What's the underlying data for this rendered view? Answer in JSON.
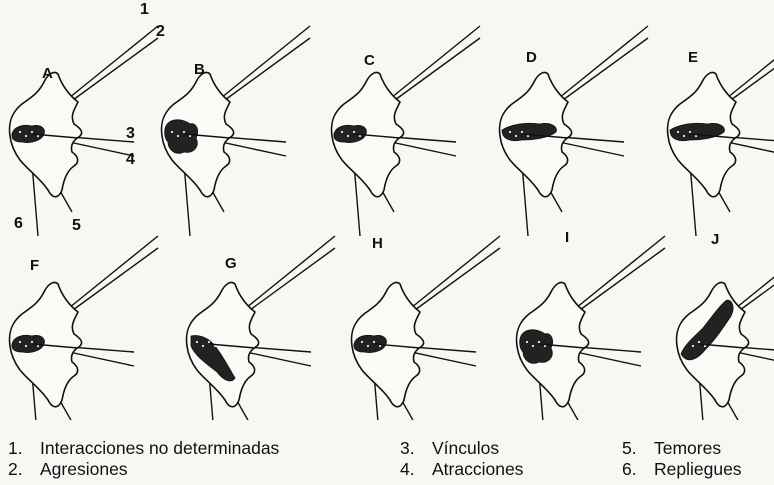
{
  "ray_numbers": [
    "1",
    "2",
    "3",
    "4",
    "5",
    "6"
  ],
  "panels": [
    {
      "label": "A",
      "shading": "small"
    },
    {
      "label": "B",
      "shading": "large"
    },
    {
      "label": "C",
      "shading": "small"
    },
    {
      "label": "D",
      "shading": "band"
    },
    {
      "label": "E",
      "shading": "band"
    },
    {
      "label": "F",
      "shading": "small"
    },
    {
      "label": "G",
      "shading": "lower"
    },
    {
      "label": "H",
      "shading": "small"
    },
    {
      "label": "I",
      "shading": "large"
    },
    {
      "label": "J",
      "shading": "diagonal"
    }
  ],
  "legend": [
    {
      "num": "1.",
      "text": "Interacciones no determinadas"
    },
    {
      "num": "2.",
      "text": "Agresiones"
    },
    {
      "num": "3.",
      "text": "Vínculos"
    },
    {
      "num": "4.",
      "text": "Atracciones"
    },
    {
      "num": "5.",
      "text": "Temores"
    },
    {
      "num": "6.",
      "text": "Repliegues"
    }
  ]
}
